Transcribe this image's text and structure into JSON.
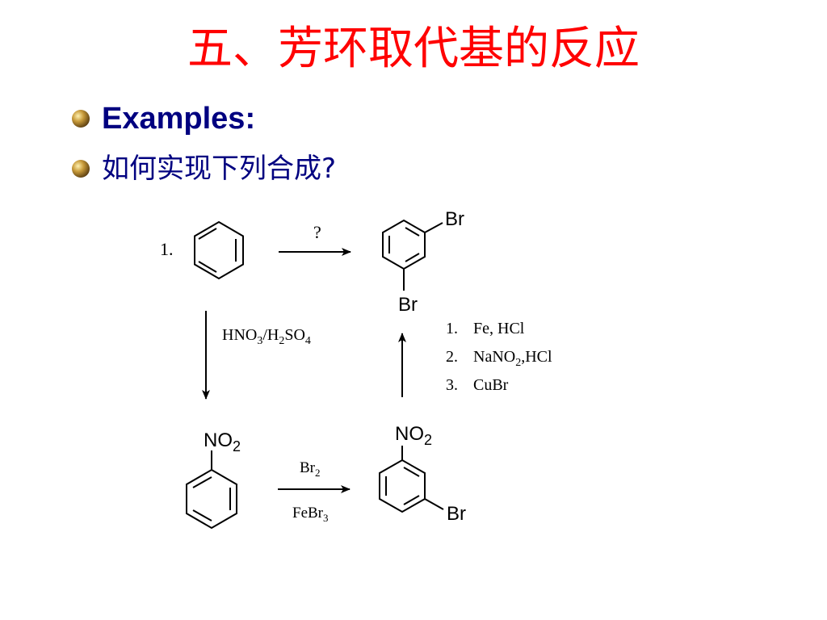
{
  "slide": {
    "title": "五、芳环取代基的反应",
    "bullets": [
      {
        "text": "Examples:"
      },
      {
        "text": "如何实现下列合成?"
      }
    ]
  },
  "scheme": {
    "problem_number": "1.",
    "question_mark": "?",
    "target_sub_top": "Br",
    "target_sub_bottom": "Br",
    "nitro_a": "NO",
    "nitro_a_sub": "2",
    "nitro_b": "NO",
    "nitro_b_sub": "2",
    "bromo_c": "Br",
    "reagent_nitration": {
      "p1": "HNO",
      "s1": "3",
      "p2": "/H",
      "s2": "2",
      "p3": "SO",
      "s3": "4"
    },
    "reagent_bromination_top": {
      "p1": "Br",
      "s1": "2"
    },
    "reagent_bromination_bottom": {
      "p1": "FeBr",
      "s1": "3"
    },
    "steps": [
      {
        "num": "1.",
        "text": "Fe, HCl"
      },
      {
        "num": "2.",
        "p1": "NaNO",
        "s1": "2",
        "p2": ",HCl"
      },
      {
        "num": "3.",
        "text": "CuBr"
      }
    ]
  },
  "colors": {
    "title": "#ff0000",
    "bullet_text": "#000080",
    "drawing": "#000000"
  }
}
